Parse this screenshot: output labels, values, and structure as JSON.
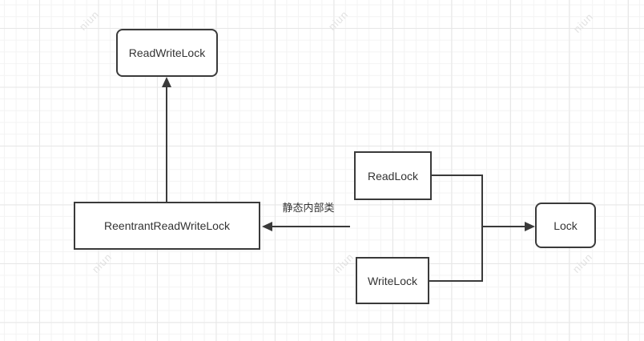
{
  "diagram": {
    "watermark": "niun",
    "nodes": [
      {
        "label": "ReadWriteLock"
      },
      {
        "label": "ReentrantReadWriteLock"
      },
      {
        "label": "ReadLock"
      },
      {
        "label": "WriteLock"
      },
      {
        "label": "Lock"
      }
    ],
    "edges": {
      "static_inner_label": "静态内部类"
    },
    "colors": {
      "stroke": "#3a3a3a",
      "node_fill": "#ffffff",
      "text": "#333333",
      "grid_minor": "#f3f3f3",
      "grid_major": "#e7e7e7",
      "watermark": "#e2e2e2"
    }
  }
}
